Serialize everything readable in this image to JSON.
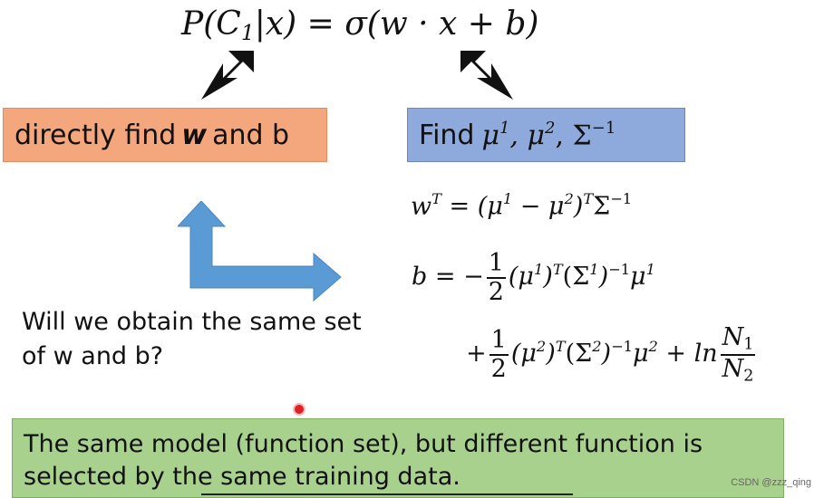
{
  "top_formula": {
    "lhs_P": "P(C",
    "lhs_sub": "1",
    "lhs_rest": "|x) = ",
    "sigma": "σ(w · x + b)"
  },
  "left_box": {
    "text_before": "directly find",
    "bold_word": "w",
    "text_after": "and b"
  },
  "right_box": {
    "label": "Find",
    "formula_mu1": "μ",
    "formula_mu1_sup": "1",
    "formula_mu2": ", μ",
    "formula_mu2_sup": "2",
    "formula_sigma": ", Σ",
    "formula_sigma_sup": "−1"
  },
  "equations": {
    "wt_lhs": "w",
    "wt_lhs_sup": "T",
    "wt_rhs_1": " = (μ",
    "wt_rhs_1_sup": "1",
    "wt_rhs_2": " − μ",
    "wt_rhs_2_sup": "2",
    "wt_rhs_3": ")",
    "wt_rhs_3_sup": "T",
    "wt_rhs_4": "Σ",
    "wt_rhs_4_sup": "−1",
    "b_lhs": "b = −",
    "b_frac_num": "1",
    "b_frac_den": "2",
    "b_part1": "(μ",
    "b_part1_sup": "1",
    "b_part2": ")",
    "b_part2_sup": "T",
    "b_part3": "(Σ",
    "b_part3_sup": "1",
    "b_part4": ")",
    "b_part4_sup": "−1",
    "b_part5": "μ",
    "b_part5_sup": "1",
    "b2_plus": "+",
    "b2_frac_num": "1",
    "b2_frac_den": "2",
    "b2_part1": "(μ",
    "b2_part1_sup": "2",
    "b2_part2": ")",
    "b2_part2_sup": "T",
    "b2_part3": "(Σ",
    "b2_part3_sup": "2",
    "b2_part4": ")",
    "b2_part4_sup": "−1",
    "b2_part5": "μ",
    "b2_part5_sup": "2",
    "b2_plus_ln": " + ln",
    "ln_frac_num": "N",
    "ln_frac_num_sub": "1",
    "ln_frac_den": "N",
    "ln_frac_den_sub": "2"
  },
  "question": "Will we obtain the same set of w and b?",
  "conclusion": "The same model (function set), but different function is selected by the same training data.",
  "watermark": "CSDN @zzz_qing",
  "colors": {
    "left_box": "#f4a77c",
    "right_box": "#8ea9db",
    "conclusion_box": "#a9d18e",
    "blue_arrow": "#5b9bd5",
    "black_arrow": "#111111"
  },
  "icons": {
    "left_down_arrow": "arrow-down-left-icon",
    "right_down_arrow": "arrow-down-right-icon",
    "bent_arrow": "bent-bidirectional-arrow-icon"
  }
}
